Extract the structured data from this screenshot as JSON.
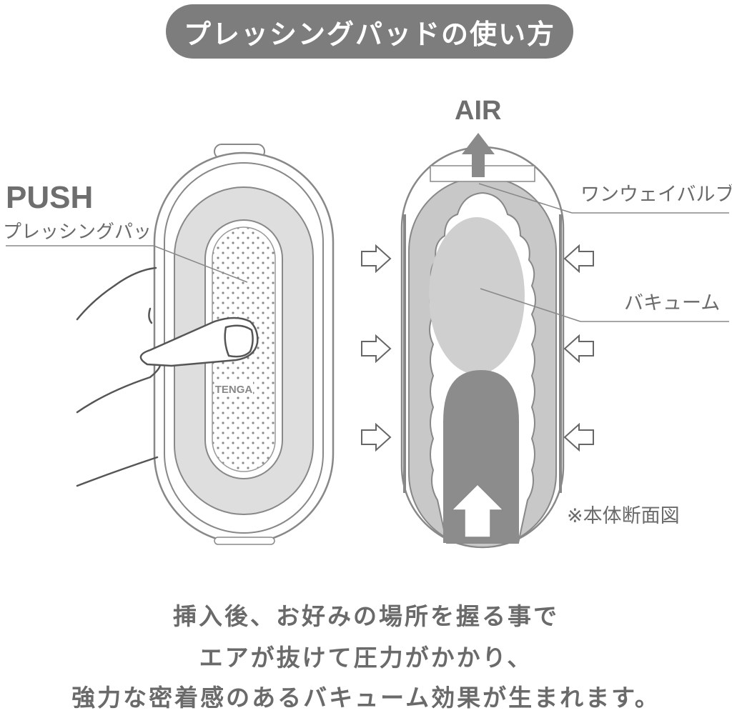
{
  "title": "プレッシングパッドの使い方",
  "labels": {
    "push": "PUSH",
    "pressing_pad": "プレッシングパッド",
    "air": "AIR",
    "one_way_valve": "ワンウェイバルブ",
    "vacuum": "バキューム",
    "cross_section_note": "※本体断面図",
    "brand": "TENGA"
  },
  "caption": [
    "挿入後、お好みの場所を握る事で",
    "エアが抜けて圧力がかかり、",
    "強力な密着感のあるバキューム効果が生まれます。"
  ],
  "colors": {
    "title_bg": "#7d7d7d",
    "body_light": "#dedede",
    "body_mid": "#c8c8c8",
    "vacuum": "#cfcfcf",
    "dark": "#8c8c8c",
    "text": "#6a6a6a"
  },
  "icons": [
    "hand-illustration",
    "press-arrow-icon",
    "up-arrow-icon"
  ]
}
